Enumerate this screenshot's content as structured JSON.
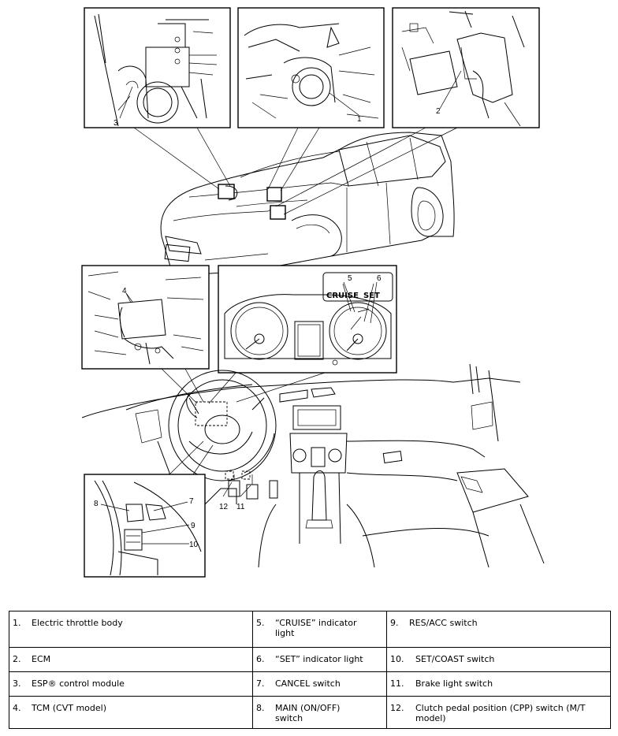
{
  "diagram": {
    "callouts": [
      "1",
      "2",
      "3",
      "4",
      "5",
      "6",
      "7",
      "8",
      "9",
      "10",
      "11",
      "12"
    ],
    "indicator_labels": {
      "cruise": "CRUISE",
      "set": "SET"
    }
  },
  "legend": {
    "rows": [
      [
        {
          "num": "1.",
          "label": "Electric throttle body"
        },
        {
          "num": "5.",
          "label": "“CRUISE” indicator light"
        },
        {
          "num": "9.",
          "label": "RES/ACC switch"
        }
      ],
      [
        {
          "num": "2.",
          "label": "ECM"
        },
        {
          "num": "6.",
          "label": "“SET” indicator light"
        },
        {
          "num": "10.",
          "label": "SET/COAST switch"
        }
      ],
      [
        {
          "num": "3.",
          "label": "ESP® control module"
        },
        {
          "num": "7.",
          "label": "CANCEL switch"
        },
        {
          "num": "11.",
          "label": "Brake light switch"
        }
      ],
      [
        {
          "num": "4.",
          "label": "TCM (CVT model)"
        },
        {
          "num": "8.",
          "label": "MAIN (ON/OFF) switch"
        },
        {
          "num": "12.",
          "label": "Clutch pedal position (CPP) switch (M/T model)"
        }
      ]
    ]
  }
}
